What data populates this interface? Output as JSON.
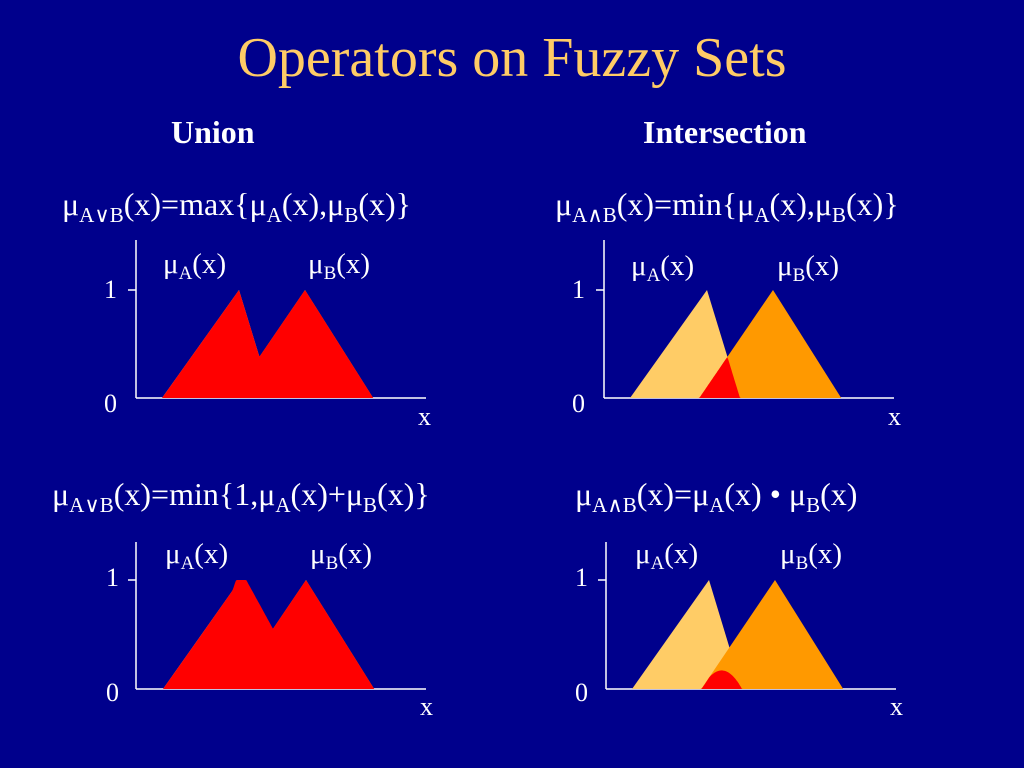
{
  "title": "Operators on Fuzzy Sets",
  "columns": {
    "left": "Union",
    "right": "Intersection"
  },
  "formulas": {
    "union_max": {
      "mu": "μ",
      "sub": "A∨B",
      "text1": "(x)=max{",
      "mu2": "μ",
      "sub2": "A",
      "text2": "(x),",
      "mu3": "μ",
      "sub3": "B",
      "text3": "(x)}"
    },
    "inter_min": {
      "mu": "μ",
      "sub": "A∧B",
      "text1": "(x)=min{",
      "mu2": "μ",
      "sub2": "A",
      "text2": "(x),",
      "mu3": "μ",
      "sub3": "B",
      "text3": "(x)}"
    },
    "union_bounded": {
      "mu": "μ",
      "sub": "A∨B",
      "text1": "(x)=min{1,",
      "mu2": "μ",
      "sub2": "A",
      "text2": "(x)+",
      "mu3": "μ",
      "sub3": "B",
      "text3": "(x)}"
    },
    "inter_product": {
      "mu": "μ",
      "sub": "A∧B",
      "text1": "(x)=",
      "mu2": "μ",
      "sub2": "A",
      "text2": "(x) • ",
      "mu3": "μ",
      "sub3": "B",
      "text3": "(x)"
    }
  },
  "function_labels": {
    "a_mu": "μ",
    "a_sub": "A",
    "a_text": "(x)",
    "b_mu": "μ",
    "b_sub": "B",
    "b_text": "(x)"
  },
  "axis": {
    "y_top": "1",
    "y_bottom": "0",
    "x": "x"
  },
  "colors": {
    "background": "#00008c",
    "title": "#ffcc66",
    "set_a": "#ffcc66",
    "set_b": "#ff9900",
    "result": "#ff0000",
    "axis": "#ffffff"
  },
  "sets": {
    "A": {
      "support": [
        0,
        100
      ],
      "peak": 70
    },
    "B": {
      "support": [
        63,
        192
      ],
      "peak": 130
    }
  }
}
